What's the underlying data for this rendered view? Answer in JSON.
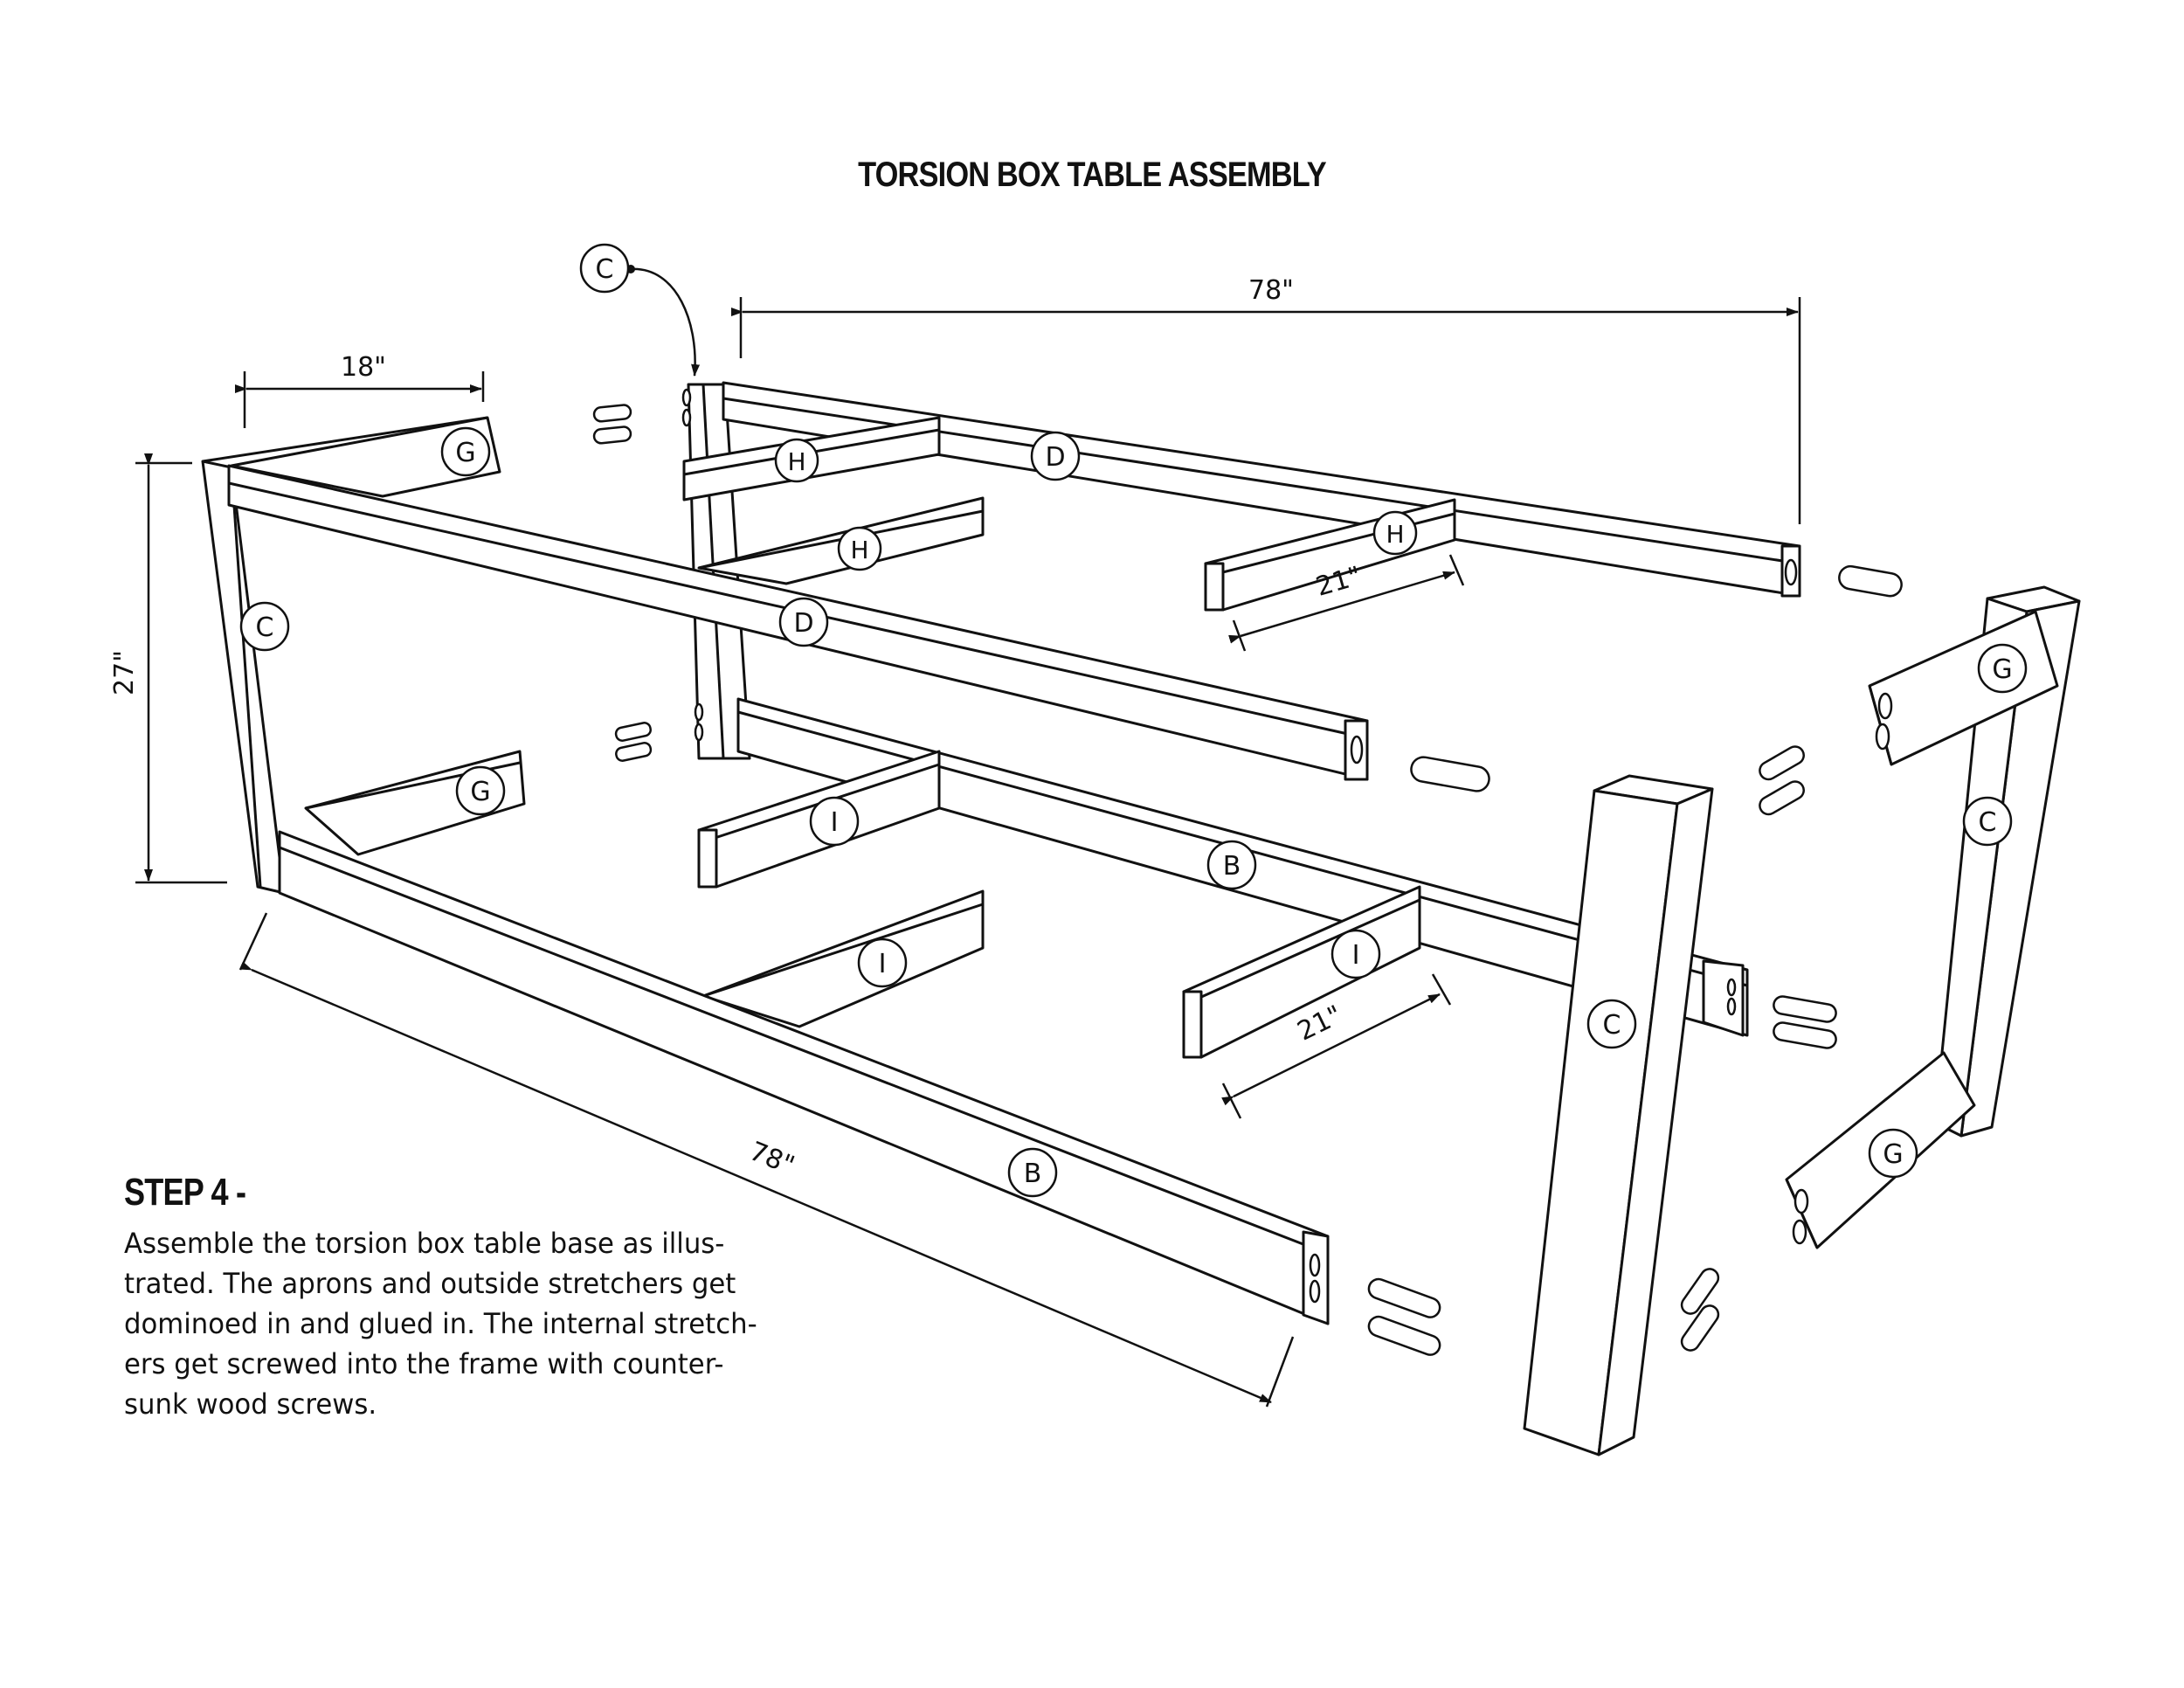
{
  "title": "TORSION BOX TABLE ASSEMBLY",
  "step": {
    "heading": "STEP 4 -",
    "body": "Assemble the torsion box table base as illus-\ntrated. The aprons and outside stretchers get\ndominoed in and glued in. The internal stretch-\ners get screwed into the frame with counter-\nsunk wood screws."
  },
  "dimensions": {
    "top_length": "78\"",
    "side_width": "18\"",
    "height": "27\"",
    "bottom_length": "78\"",
    "upper_inner": "21\"",
    "lower_inner": "21\""
  },
  "part_labels": {
    "C": "C",
    "D": "D",
    "G": "G",
    "H": "H",
    "B": "B",
    "I": "I"
  },
  "colors": {
    "line": "#111111",
    "background": "#ffffff"
  }
}
